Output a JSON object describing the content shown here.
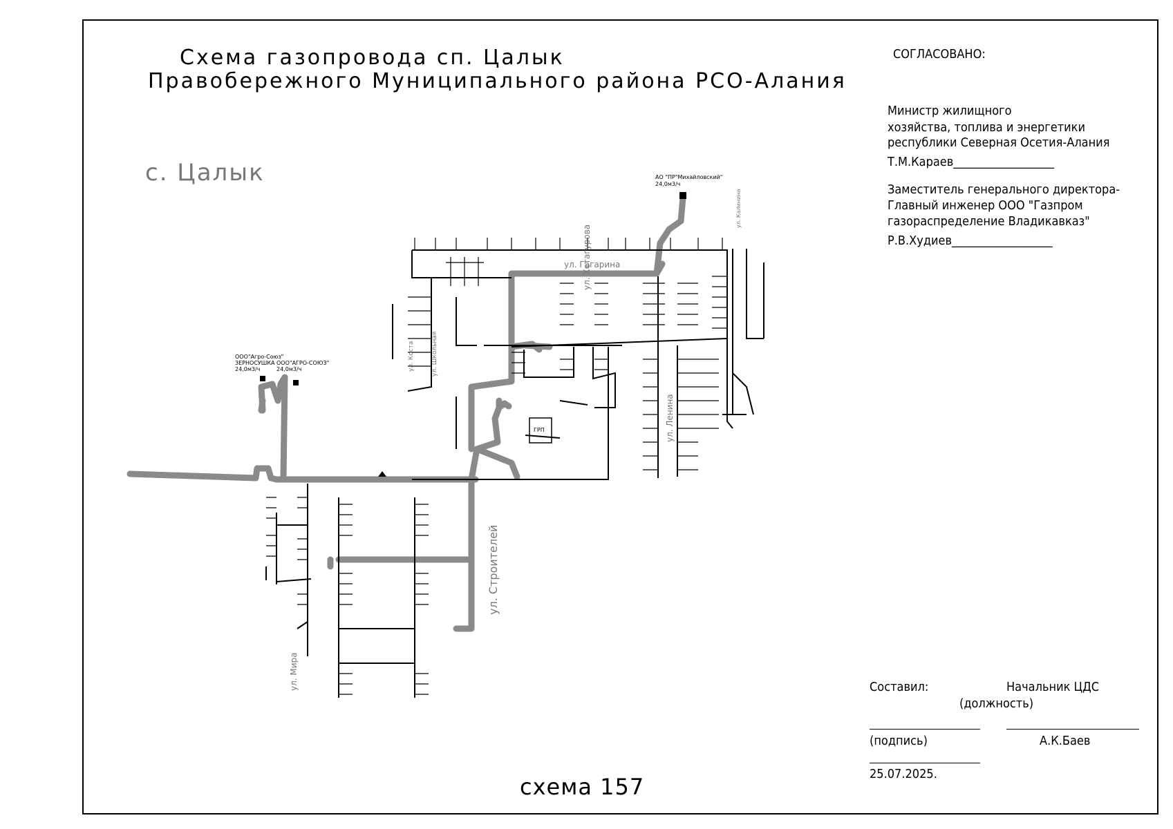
{
  "title": {
    "line1": "Схема газопровода сп. Цалык",
    "line2": "Правобережного   Муниципального района РСО-Алания"
  },
  "village": "с. Цалык",
  "approval": {
    "header": "СОГЛАСОВАНО:",
    "minister_l1": "Министр  жилищного",
    "minister_l2": "хозяйства, топлива и энергетики",
    "minister_l3": "республики Северная Осетия-Алания",
    "minister_sign": "Т.М.Караев__________________",
    "deputy_l1": "Заместитель генерального директора-",
    "deputy_l2": "Главный инженер  ООО \"Газпром",
    "deputy_l3": "газораспределение Владикавказ\"",
    "deputy_sign": "Р.В.Худиев__________________"
  },
  "footer": {
    "composed": "Составил:",
    "position": "Начальник ЦДС",
    "position_caption": "(должность)",
    "signature_caption": "(подпись)",
    "name": "А.К.Баев",
    "date": "25.07.2025."
  },
  "schema_number": "схема 157",
  "streets": {
    "gagarina": "ул. Гагарина",
    "khetagurova": "ул. Хетагурова",
    "lenina": "ул. Ленина",
    "stroiteley": "ул. Строителей",
    "mira": "ул. Мира",
    "kosta": "ул. Коста",
    "shkolnaya": "ул. Школьная",
    "kalinina": "ул. Калинина"
  },
  "labels": {
    "ao_pr": "АО \"ПР\"Михайловский\"",
    "ao_pr_flow": "24,0м3/ч",
    "ooo_1": "ООО\"Агро-Союз\"",
    "ooo_1_b": "ЗЕРНОСУШКА",
    "ooo_1_flow": "24,0м3/ч",
    "ooo_2": "ООО\"АГРО-СОЮЗ\"",
    "ooo_2_flow": "24,0м3/ч",
    "grp": "ГРП"
  },
  "colors": {
    "high_pressure": "#8a8a8a",
    "low_pressure": "#000000",
    "street_text": "#777777"
  }
}
